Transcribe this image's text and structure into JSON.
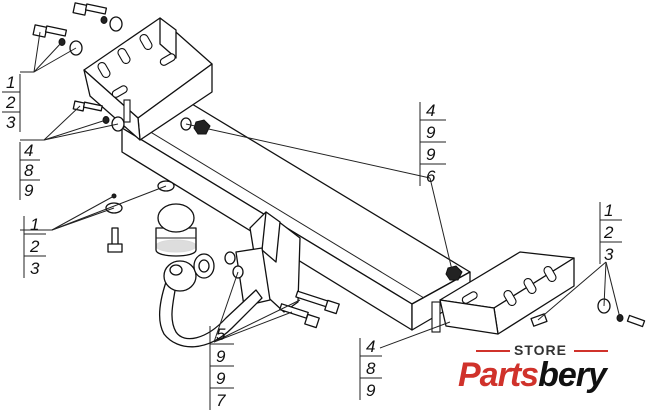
{
  "callouts": {
    "top_left": [
      "1",
      "2",
      "3"
    ],
    "left_mid": [
      "4",
      "8",
      "9"
    ],
    "left_low": [
      "1",
      "2",
      "3"
    ],
    "center_right": [
      "4",
      "9",
      "9",
      "6"
    ],
    "right": [
      "1",
      "2",
      "3"
    ],
    "bottom_mid": [
      "5",
      "9",
      "9",
      "7"
    ],
    "bottom_right": [
      "4",
      "8",
      "9"
    ]
  },
  "logo": {
    "store": "STORE",
    "brand_red": "Parts",
    "brand_black": "bery",
    "red": "#d0322b",
    "black": "#111111"
  }
}
